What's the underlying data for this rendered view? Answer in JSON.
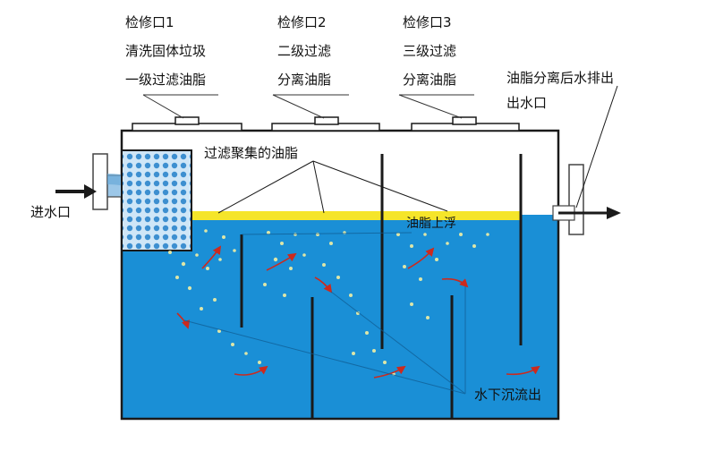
{
  "labels": {
    "cover1": {
      "line1": "检修口1",
      "line2": "清洗固体垃圾",
      "line3": "一级过滤油脂"
    },
    "cover2": {
      "line1": "检修口2",
      "line2": "二级过滤",
      "line3": "分离油脂"
    },
    "cover3": {
      "line1": "检修口3",
      "line2": "三级过滤",
      "line3": "分离油脂"
    },
    "outlet": {
      "line1": "油脂分离后水排出",
      "line2": "出水口"
    },
    "inlet": "进水口",
    "grease_collected": "过滤聚集的油脂",
    "grease_floats": "油脂上浮",
    "water_outflow": "水下沉流出"
  },
  "colors": {
    "water": "#1a8fd6",
    "grease": "#f5e52a",
    "tank_outline": "#1a1a1a",
    "particles": "#fff6a0",
    "flow_arrows": "#cc2a1e"
  }
}
